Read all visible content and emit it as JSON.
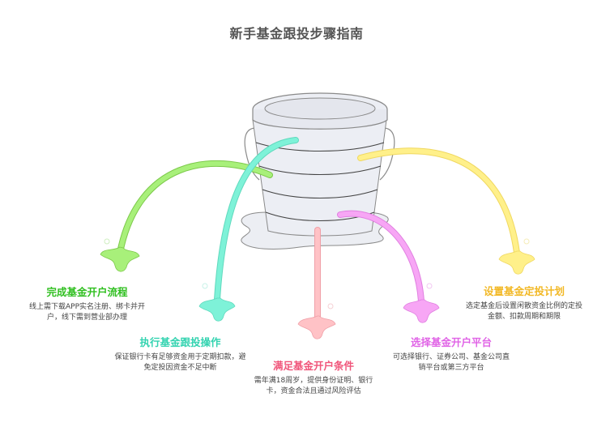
{
  "title": "新手基金跟投步骤指南",
  "steps": [
    {
      "id": "open-account-flow",
      "title": "完成基金开户流程",
      "desc": "线上需下载APP实名注册、绑卡并开户，线下需到营业部办理",
      "color": "#2fbf1f",
      "drip_color": "#a8f07a",
      "drip_stroke": "#7cc94a"
    },
    {
      "id": "execute-follow",
      "title": "执行基金跟投操作",
      "desc": "保证银行卡有足够资金用于定期扣款，避免定投因资金不足中断",
      "color": "#33d3b0",
      "drip_color": "#7ef2d8",
      "drip_stroke": "#5fd9bd"
    },
    {
      "id": "conditions",
      "title": "满足基金开户条件",
      "desc": "需年满18周岁，提供身份证明、银行卡，资金合法且通过风险评估",
      "color": "#f0557a",
      "drip_color": "#ffc2c6",
      "drip_stroke": "#f0a0a8"
    },
    {
      "id": "choose-platform",
      "title": "选择基金开户平台",
      "desc": "可选择银行、证券公司、基金公司直销平台或第三方平台",
      "color": "#e063e6",
      "drip_color": "#f7a6f5",
      "drip_stroke": "#e07fe0"
    },
    {
      "id": "set-plan",
      "title": "设置基金定投计划",
      "desc": "选定基金后设置闲散资金比例的定投金额、扣款周期和期限",
      "color": "#f2b824",
      "drip_color": "#fff08a",
      "drip_stroke": "#f0d860"
    }
  ]
}
